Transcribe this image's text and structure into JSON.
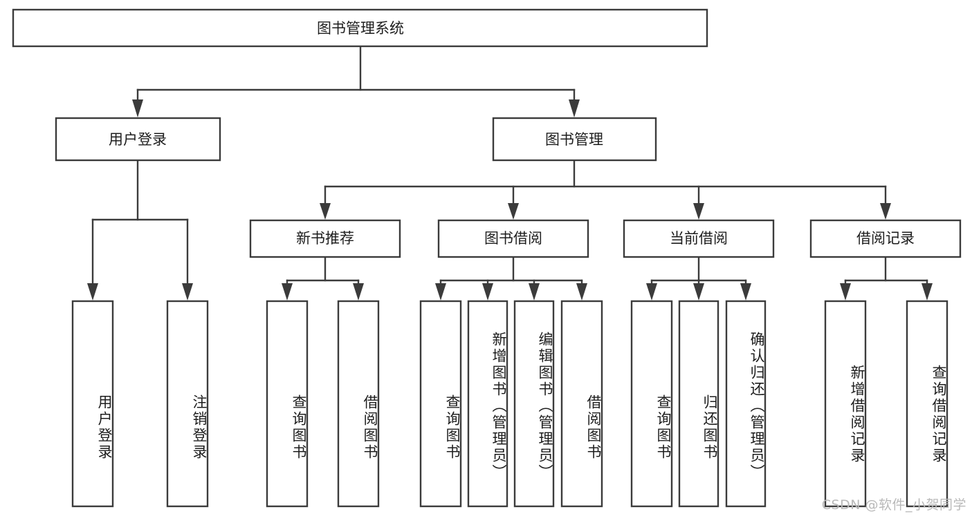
{
  "diagram": {
    "title": "图书管理系统",
    "type": "hierarchy-tree",
    "orientation": "top-down",
    "colors": {
      "box_stroke": "#3b3b3b",
      "box_fill": "#ffffff",
      "connector": "#3b3b3b",
      "text": "#1d1d1d",
      "background": "#ffffff",
      "watermark": "#b9b9b9"
    },
    "levels": {
      "root": {
        "label": "图书管理系统"
      },
      "level2": [
        {
          "label": "用户登录"
        },
        {
          "label": "图书管理"
        }
      ],
      "level3": [
        {
          "label": "新书推荐"
        },
        {
          "label": "图书借阅"
        },
        {
          "label": "当前借阅"
        },
        {
          "label": "借阅记录"
        }
      ],
      "leaves": {
        "user_login": [
          {
            "label": "用户登录"
          },
          {
            "label": "注销登录"
          }
        ],
        "new_book_recommend": [
          {
            "label": "查询图书"
          },
          {
            "label": "借阅图书"
          }
        ],
        "book_borrow": [
          {
            "label": "查询图书"
          },
          {
            "label": "新增图书（管理员）"
          },
          {
            "label": "编辑图书（管理员）"
          },
          {
            "label": "借阅图书"
          }
        ],
        "current_borrow": [
          {
            "label": "查询图书"
          },
          {
            "label": "归还图书"
          },
          {
            "label": "确认归还（管理员）"
          }
        ],
        "borrow_record": [
          {
            "label": "新增借阅记录"
          },
          {
            "label": "查询借阅记录"
          }
        ]
      }
    }
  },
  "watermark": {
    "text": "CSDN @软件_小贺同学"
  }
}
